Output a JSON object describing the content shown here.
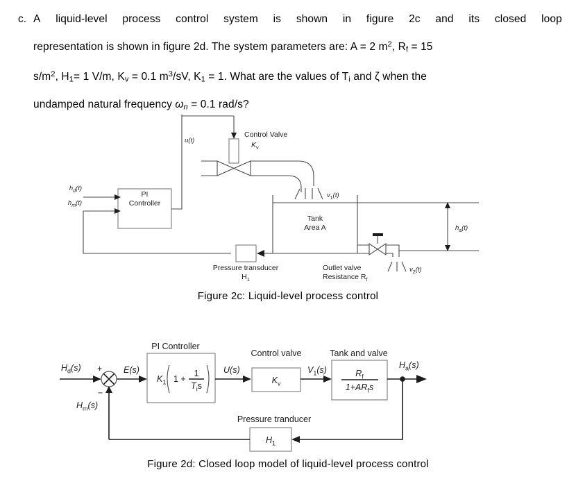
{
  "question": {
    "marker": "c.",
    "line1_a": "A",
    "line1_b": "liquid-level",
    "line1_c": "process",
    "line1_d": "control",
    "line1_e": "system",
    "line1_f": "is",
    "line1_g": "shown",
    "line1_h": "in",
    "line1_i": "figure",
    "line1_j": "2c",
    "line1_k": "and",
    "line1_l": "its",
    "line1_m": "closed",
    "line1_n": "loop",
    "line2_text": "representation is shown in figure 2d. The system parameters are: A = 2 m",
    "line2_sup": "2",
    "line2_tail": ", R",
    "line2_sub": "f",
    "line2_end": " = 15",
    "line3_a": "s/m",
    "line3_sup1": "2",
    "line3_b": ", H",
    "line3_sub1": "1",
    "line3_c": "= 1 V/m, K",
    "line3_sub2": "v",
    "line3_d": " = 0.1 m",
    "line3_sup2": "3",
    "line3_e": "/sV, K",
    "line3_sub3": "1",
    "line3_f": " = 1. What are the values of T",
    "line3_sub4": "i",
    "line3_g": " and ζ when the",
    "line4_a": "undamped natural frequency ",
    "line4_omega": "ω",
    "line4_sub": "n",
    "line4_b": " = 0.1 rad/s?"
  },
  "figure_2c": {
    "caption": "Figure 2c:  Liquid-level process control",
    "labels": {
      "hd": "h",
      "hd_sub": "d",
      "hd_tail": "(t)",
      "hm": "h",
      "hm_sub": "m",
      "hm_tail": "(t)",
      "pi_line1": "PI",
      "pi_line2": "Controller",
      "u": "u(t)",
      "control_valve": "Control Valve",
      "kv": "K",
      "kv_sub": "v",
      "v1": "v",
      "v1_sub": "1",
      "v1_tail": "(t)",
      "tank_line1": "Tank",
      "tank_line2": "Area  A",
      "transducer_line1": "Pressure transducer",
      "transducer_line2": "H",
      "transducer_sub": "1",
      "outlet_line1": "Outlet valve",
      "outlet_line2": "Resistance R",
      "outlet_sub": "f",
      "v2": "v",
      "v2_sub": "2",
      "v2_tail": "(t)",
      "ha": "h",
      "ha_sub": "a",
      "ha_tail": "(t)"
    }
  },
  "figure_2d": {
    "caption": "Figure 2d: Closed loop model of liquid-level process control",
    "labels": {
      "hd": "H",
      "hd_sub": "d",
      "hd_tail": "(s)",
      "plus": "+",
      "minus": "−",
      "hm": "H",
      "hm_sub": "m",
      "hm_tail": "(s)",
      "e": "E(s)",
      "pi_title": "PI Controller",
      "pi_k1": "K",
      "pi_k1_sub": "1",
      "pi_one": "1 +",
      "pi_num": "1",
      "pi_den_t": "T",
      "pi_den_sub": "i",
      "pi_den_s": "s",
      "u": "U(s)",
      "cv_title": "Control valve",
      "cv_k": "K",
      "cv_k_sub": "v",
      "v1": "V",
      "v1_sub": "1",
      "v1_tail": "(s)",
      "tank_title": "Tank and valve",
      "tank_num": "R",
      "tank_num_sub": "f",
      "tank_den": "1+AR",
      "tank_den_sub": "f",
      "tank_den_s": "s",
      "ha": "H",
      "ha_sub": "a",
      "ha_tail": "(s)",
      "pt_title": "Pressure tranducer",
      "pt_h": "H",
      "pt_h_sub": "1"
    }
  }
}
